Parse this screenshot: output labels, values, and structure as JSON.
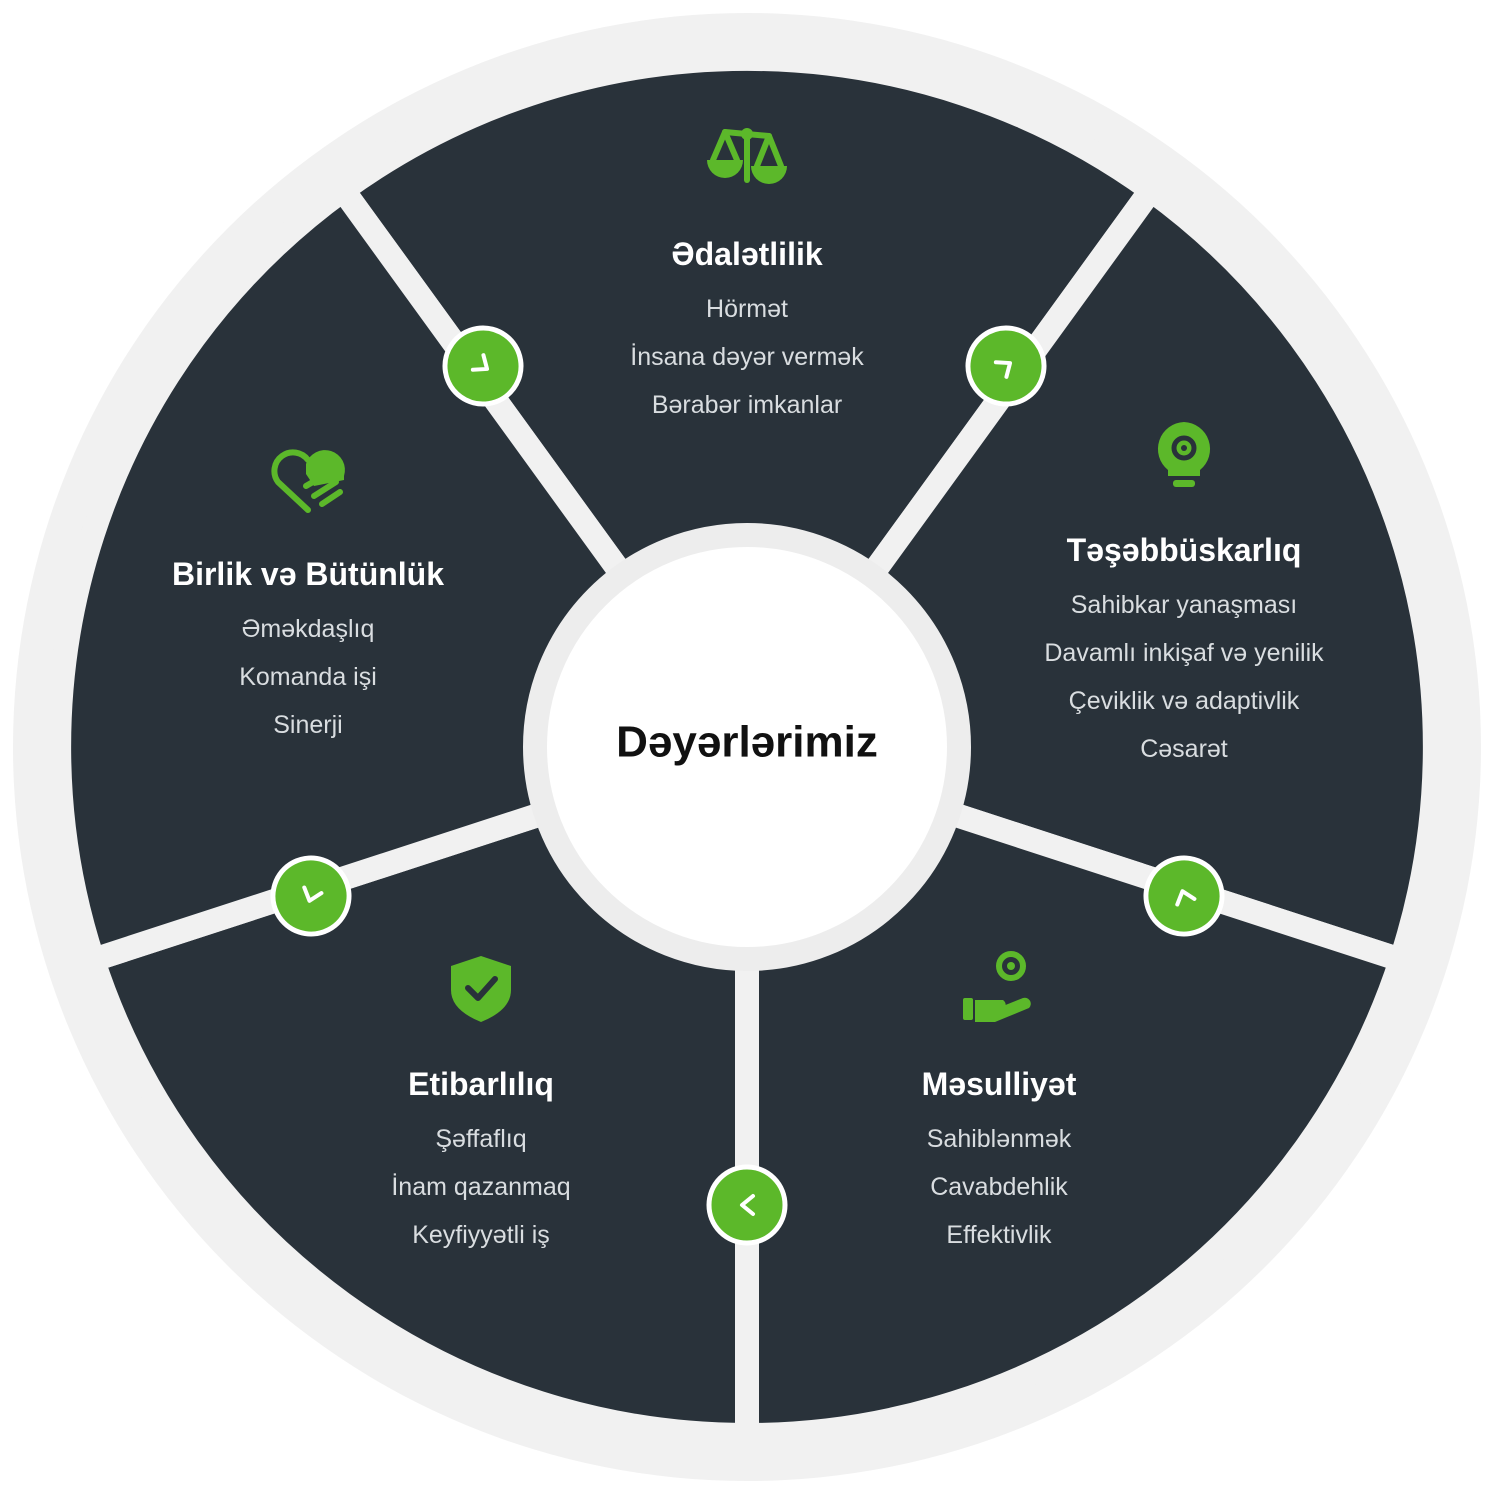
{
  "center": {
    "label": "Dəyərlərimiz"
  },
  "colors": {
    "segment": "#29323a",
    "accent": "#5cb82a",
    "gap": "#f1f1f1"
  },
  "segments": [
    {
      "id": "fairness",
      "icon": "scale-icon",
      "title": "Ədalətlilik",
      "items": [
        "Hörmət",
        "İnsana dəyər vermək",
        "Bərabər imkanlar"
      ]
    },
    {
      "id": "initiative",
      "icon": "lightbulb-gear-icon",
      "title": "Təşəbbüskarlıq",
      "items": [
        "Sahibkar yanaşması",
        "Davamlı inkişaf və yenilik",
        "Çeviklik və adaptivlik",
        "Cəsarət"
      ]
    },
    {
      "id": "responsibility",
      "icon": "hand-gear-icon",
      "title": "Məsulliyət",
      "items": [
        "Sahiblənmək",
        "Cavabdehlik",
        "Effektivlik"
      ]
    },
    {
      "id": "reliability",
      "icon": "shield-check-icon",
      "title": "Etibarlılıq",
      "items": [
        "Şəffaflıq",
        "İnam qazanmaq",
        "Keyfiyyətli iş"
      ]
    },
    {
      "id": "unity",
      "icon": "heart-hand-icon",
      "title": "Birlik və Bütünlük",
      "items": [
        "Əməkdaşlıq",
        "Komanda işi",
        "Sinerji"
      ]
    }
  ],
  "connectors": [
    {
      "icon": "chevron-clockwise-icon"
    },
    {
      "icon": "chevron-clockwise-icon"
    },
    {
      "icon": "chevron-clockwise-icon"
    },
    {
      "icon": "chevron-clockwise-icon"
    },
    {
      "icon": "chevron-clockwise-icon"
    }
  ]
}
